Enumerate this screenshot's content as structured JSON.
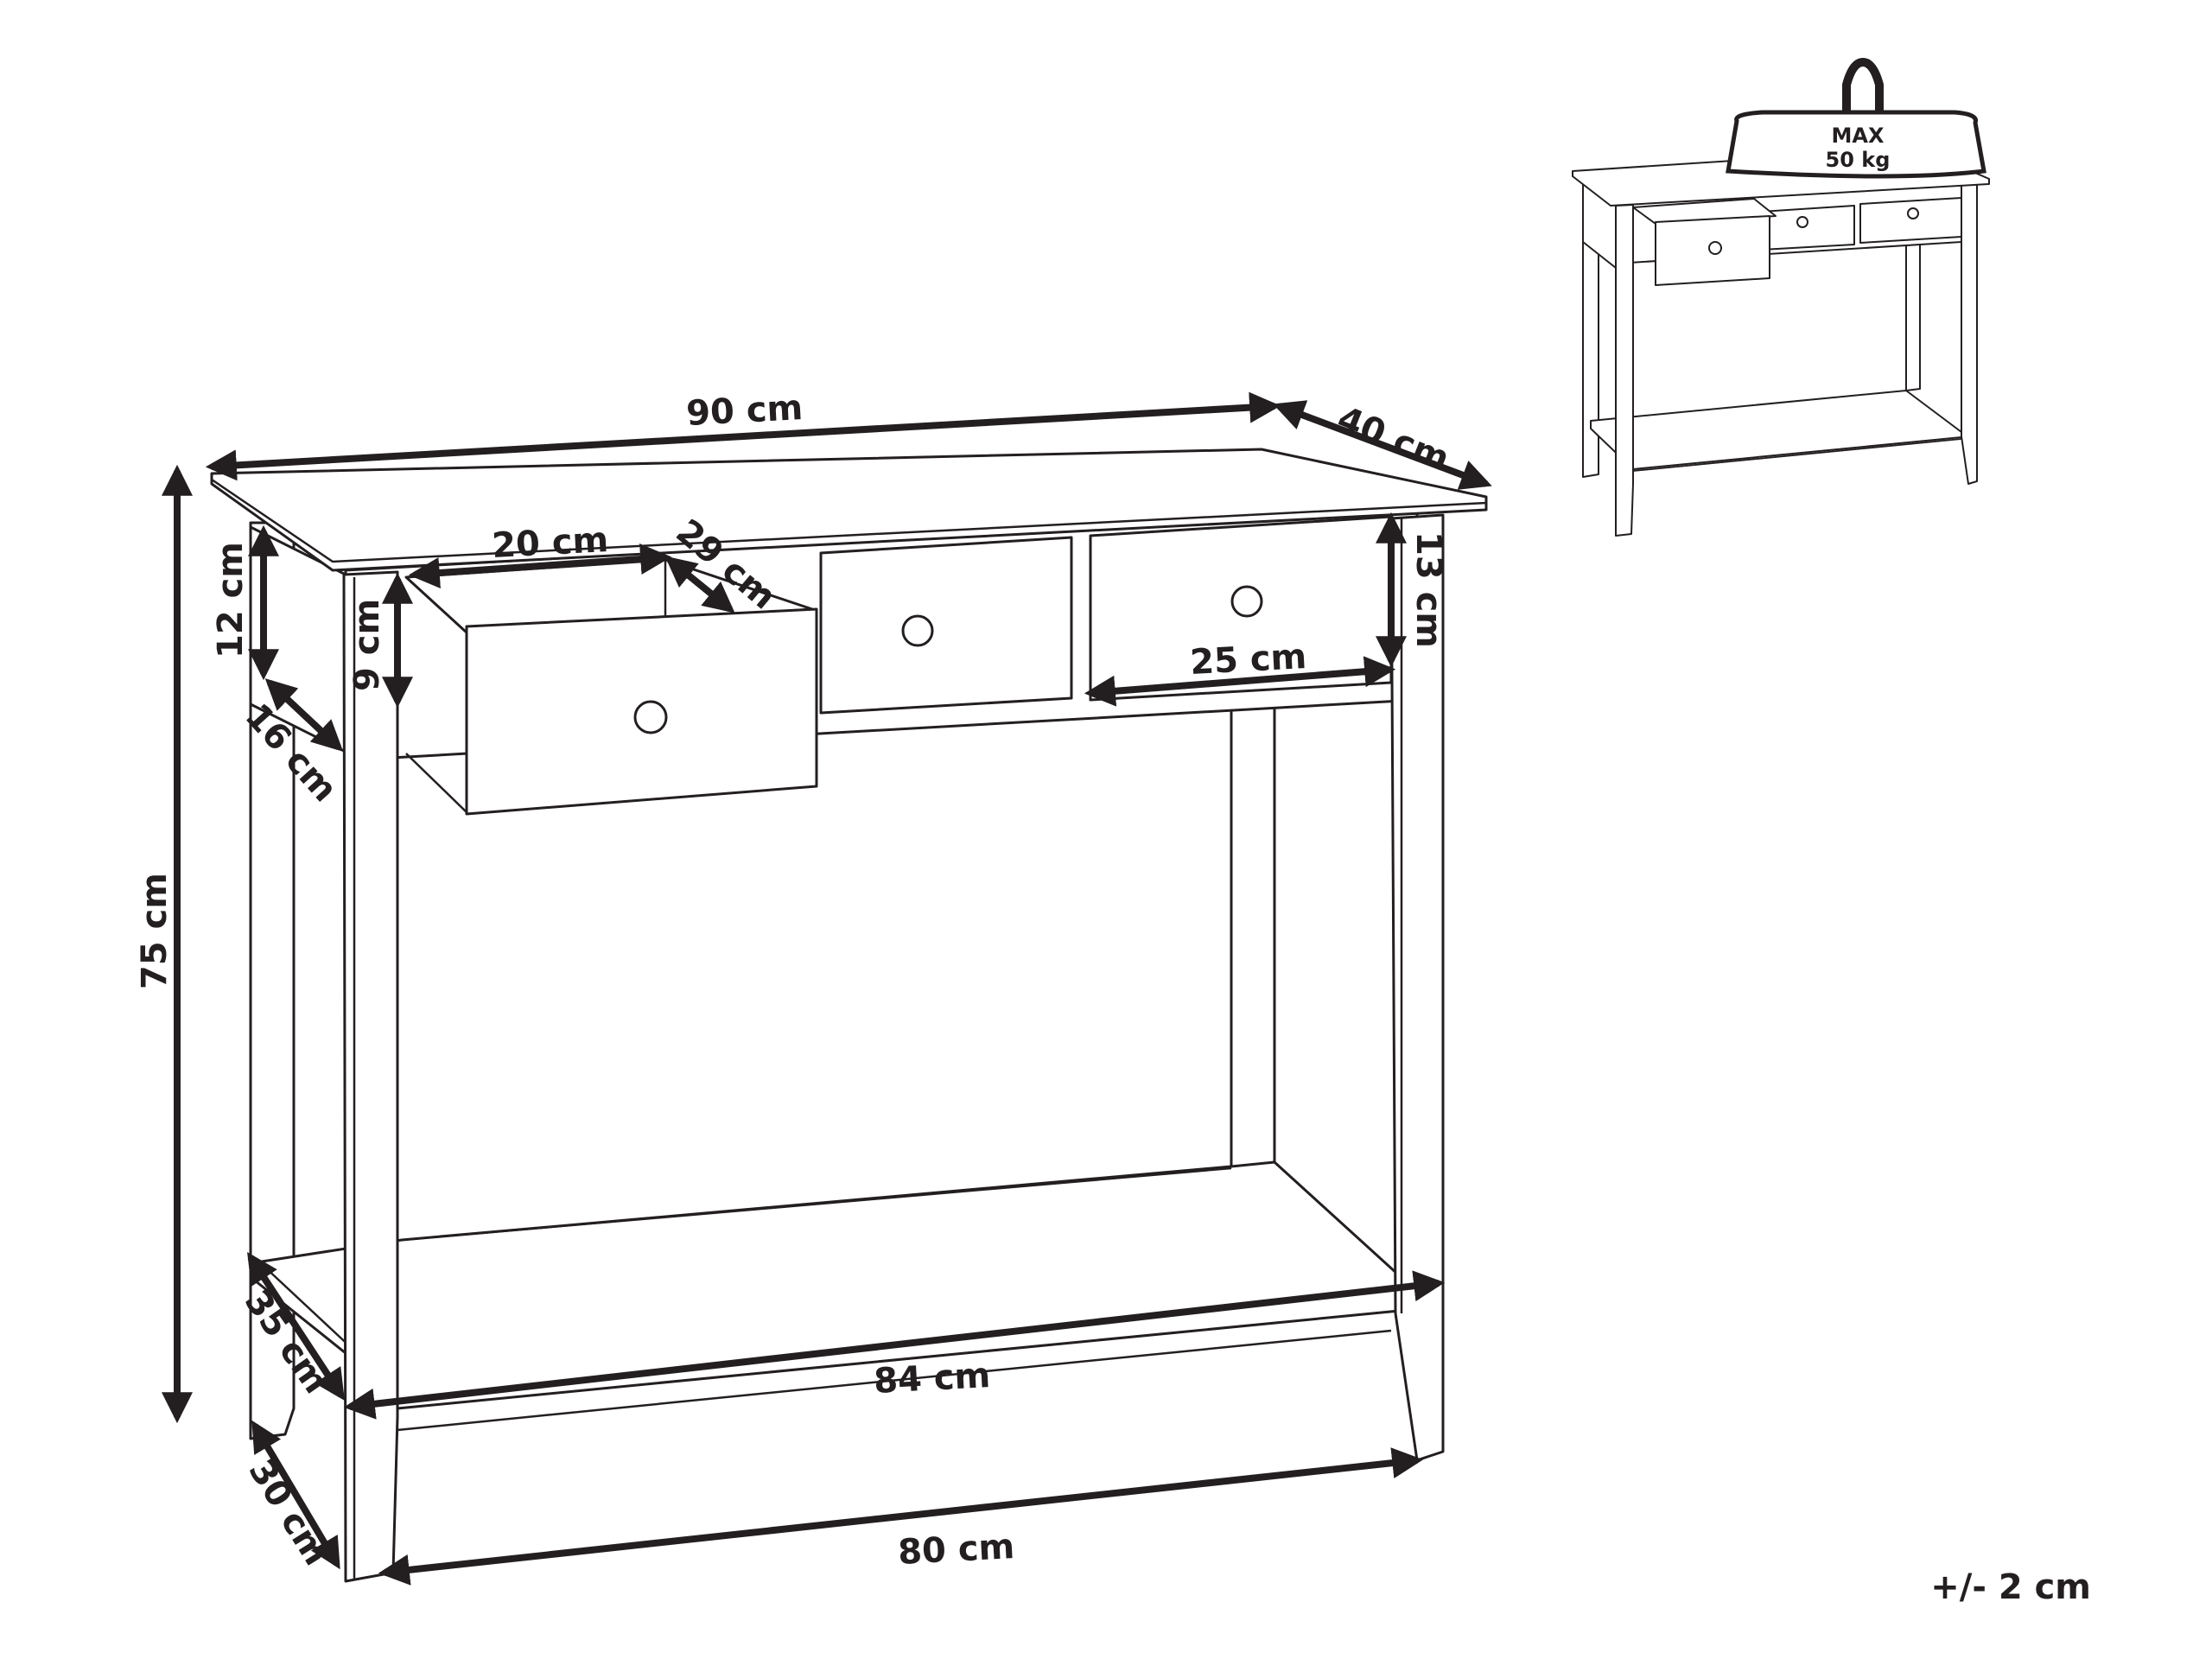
{
  "diagram": {
    "subject": "Console table with 3 drawers and lower shelf",
    "main_view": {
      "dimensions": {
        "total_width": "90 cm",
        "total_depth": "40 cm",
        "total_height": "75 cm",
        "apron_height": "12 cm",
        "side_depth": "16 cm",
        "drawer_front_height": "9 cm",
        "drawer_width": "20 cm",
        "drawer_depth": "29 cm",
        "right_drawer_height": "13 cm",
        "right_drawer_width": "25 cm",
        "shelf_depth": "35 cm",
        "shelf_width": "84 cm",
        "leg_depth": "30 cm",
        "leg_span": "80 cm"
      }
    },
    "thumbnail_view": {
      "weight_badge": {
        "line1": "MAX",
        "line2": "50 kg"
      }
    },
    "tolerance": "+/- 2 cm"
  }
}
